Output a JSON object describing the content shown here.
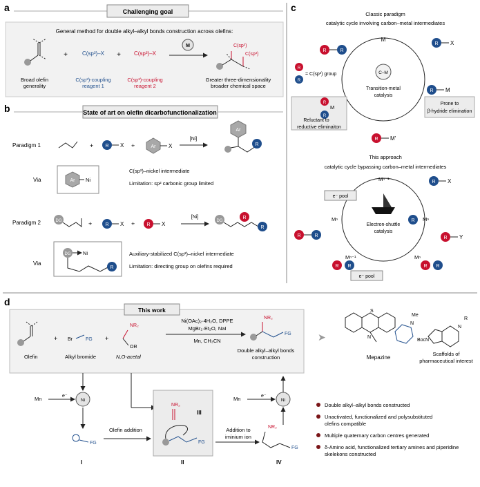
{
  "panels": {
    "a": {
      "letter": "a",
      "header": "Challenging goal",
      "subtitle": "General method for double alkyl–alkyl bonds construction across olefins:",
      "olefin_caption": [
        "Broad olefin",
        "generality"
      ],
      "plus": "+",
      "reagent1": [
        "C(sp³)–X",
        "C(sp³)-coupling",
        "reagent 1"
      ],
      "reagent2": [
        "C(sp³)–X",
        "C(sp³)-coupling",
        "reagent 2"
      ],
      "metal": "M",
      "product_labels": [
        "C(sp³)",
        "C(sp³)"
      ],
      "product_caption": [
        "Greater three-dimensionality",
        "broader chemical space"
      ]
    },
    "b": {
      "letter": "b",
      "header": "State of art on olefin dicarbofunctionalization",
      "p1_label": "Paradigm 1",
      "p2_label": "Paradigm 2",
      "ni": "[Ni]",
      "R": "R",
      "X": "X",
      "Ar": "Ar",
      "DG": "DG",
      "Ni": "Ni",
      "via": "Via",
      "p1_note1": "C(sp²)–nickel intermediate",
      "p1_note2": "Limitation: sp² carbonic group limited",
      "p2_note1": "Auxiliary-stabilized C(sp³)–nickel intermediate",
      "p2_note2": "Limitation: directing group on olefins required"
    },
    "c": {
      "letter": "c",
      "classic_title": [
        "Classic paradigm",
        "catalytic cycle involving carbon–metal intermediates"
      ],
      "M": "M",
      "CM": "C–M",
      "tm_label": [
        "Transition-metal",
        "catalysis"
      ],
      "legend": "= C(sp³) group",
      "left_box": [
        "Reluctant to",
        "reductive eliminaiton"
      ],
      "right_box": [
        "Prone to",
        "β-hydride elimination"
      ],
      "mprime": "M'",
      "new_title": [
        "This approach",
        "catalytic cycle bypassing carbon–metal intermediates"
      ],
      "mn1": "Mⁿ⁻¹",
      "mn": "Mⁿ",
      "epool": "e⁻ pool",
      "es_label": [
        "Electron-shuttle",
        "catalysis"
      ],
      "R": "R",
      "X": "X",
      "Y": "Y"
    },
    "d": {
      "letter": "d",
      "header": "This work",
      "olefin": "Olefin",
      "alkyl_bromide": "Alkyl bromide",
      "acetal": "N,O-acetal",
      "conditions": [
        "Ni(OAc)₂·4H₂O, DPPE",
        "MgBr₂·Et₂O, NaI",
        "Mn, CH₃CN"
      ],
      "product_caption": [
        "Double alkyl–alkyl bonds",
        "construction"
      ],
      "mepazine": "Mepazine",
      "scaffolds": [
        "Scaffolds of",
        "pharmaceutical interest"
      ],
      "mn": "Mn",
      "e": "e⁻",
      "Ni": "Ni",
      "olefin_addition": "Olefin addition",
      "iminium": [
        "Addition to",
        "iminium ion"
      ],
      "roman": [
        "I",
        "II",
        "III",
        "IV"
      ],
      "bullets": [
        "Double alkyl–alkyl bonds constructed",
        "Unactivated, functionalized and polysubstituted",
        "olefins compatible",
        "Multiple quaternary carbon centres generated",
        "δ-Amino acid, functionalized tertiary amines and piperidine",
        "skelekons constructed"
      ],
      "Br": "Br",
      "FG": "FG",
      "NR2": "NR₂",
      "OR": "OR",
      "Me": "Me",
      "N": "N",
      "S": "S",
      "BocN": "BocN",
      "R": "R"
    }
  },
  "colors": {
    "blue": "#1f4e8c",
    "red": "#c8102e",
    "gray": "#9a9a9a",
    "box": "#ececec"
  }
}
